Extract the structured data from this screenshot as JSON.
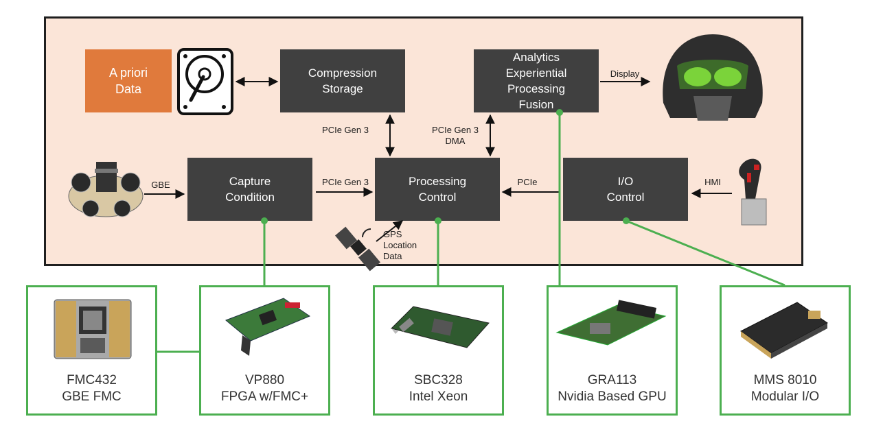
{
  "blocks": {
    "apriori": "A priori\nData",
    "compression": "Compression\nStorage",
    "analytics": "Analytics\nExperiential\nProcessing\nFusion",
    "capture": "Capture\nCondition",
    "processing": "Processing\nControl",
    "io": "I/O\nControl"
  },
  "links": {
    "display": "Display",
    "pcie_gen3_left": "PCIe Gen 3",
    "pcie_gen3_dma": "PCIe Gen 3\nDMA",
    "gbe": "GBE",
    "pcie_gen3_capture": "PCIe Gen 3",
    "pcie": "PCIe",
    "hmi": "HMI",
    "gps": "GPS\nLocation\nData"
  },
  "products": [
    {
      "caption": "FMC432\nGBE FMC",
      "icon": "fmc-board-icon"
    },
    {
      "caption": "VP880\nFPGA w/FMC+",
      "icon": "fpga-card-icon"
    },
    {
      "caption": "SBC328\nIntel Xeon",
      "icon": "sbc-board-icon"
    },
    {
      "caption": "GRA113\nNvidia Based GPU",
      "icon": "gpu-board-icon"
    },
    {
      "caption": "MMS 8010\nModular I/O",
      "icon": "io-module-icon"
    }
  ],
  "icons": [
    "hard-drive-icon",
    "helmet-icon",
    "camera-rig-icon",
    "joystick-icon",
    "satellite-icon"
  ],
  "colors": {
    "block": "#404040",
    "apriori": "#e07a3c",
    "panel": "#fbe5d8",
    "connector": "#4caf50"
  }
}
